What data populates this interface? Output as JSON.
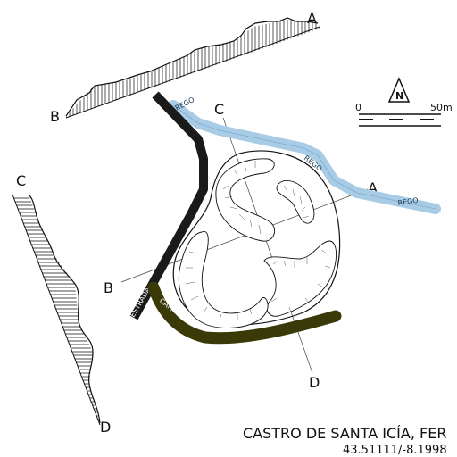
{
  "section_labels": {
    "a_end": "A",
    "b_end": "B",
    "c_end": "C",
    "d_end": "D",
    "a_map": "A",
    "b_map": "B",
    "c_map": "C",
    "d_map": "D"
  },
  "path_labels": {
    "rego_1": "REGO",
    "rego_2": "REGO",
    "rego_3": "REGO",
    "estrada": "ESTRADA",
    "camino": "CAMIÑO"
  },
  "scale": {
    "zero": "0",
    "max": "50m",
    "north": "N"
  },
  "title": {
    "name": "CASTRO DE SANTA ICÍA, FER",
    "coords": "43.51111/-8.1998"
  },
  "colors": {
    "stream": "#a9cce6",
    "road": "#1a1a1a",
    "path": "#3a3a08",
    "ink": "#111111"
  }
}
